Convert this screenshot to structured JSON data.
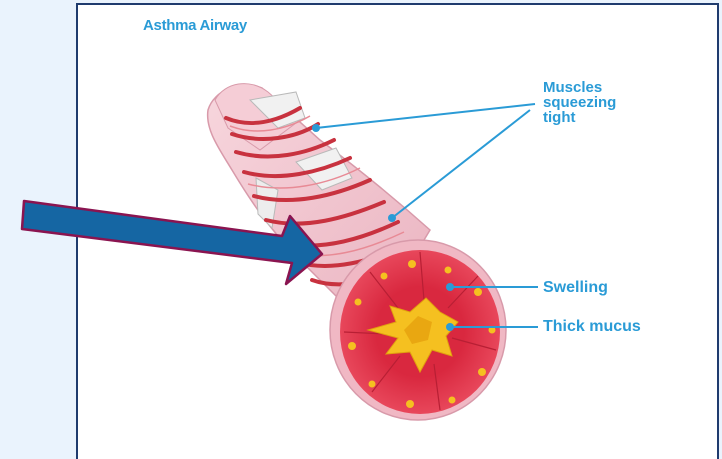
{
  "title": "Asthma Airway",
  "labels": {
    "muscles": [
      "Muscles",
      "squeezing",
      "tight"
    ],
    "swelling": "Swelling",
    "mucus": "Thick mucus"
  },
  "colors": {
    "background": "#eaf3fd",
    "frame_border": "#1f3b6e",
    "label_text": "#2a9bd6",
    "pointer_arrow": "#1566a3",
    "pointer_outline": "#8a1450",
    "airway_tissue": "#f2c2cd",
    "muscle_bands": "#c8323f",
    "swollen_wall": "#e23b50",
    "mucus": "#f5c020"
  },
  "icons": [
    "pointer-arrow-icon"
  ]
}
